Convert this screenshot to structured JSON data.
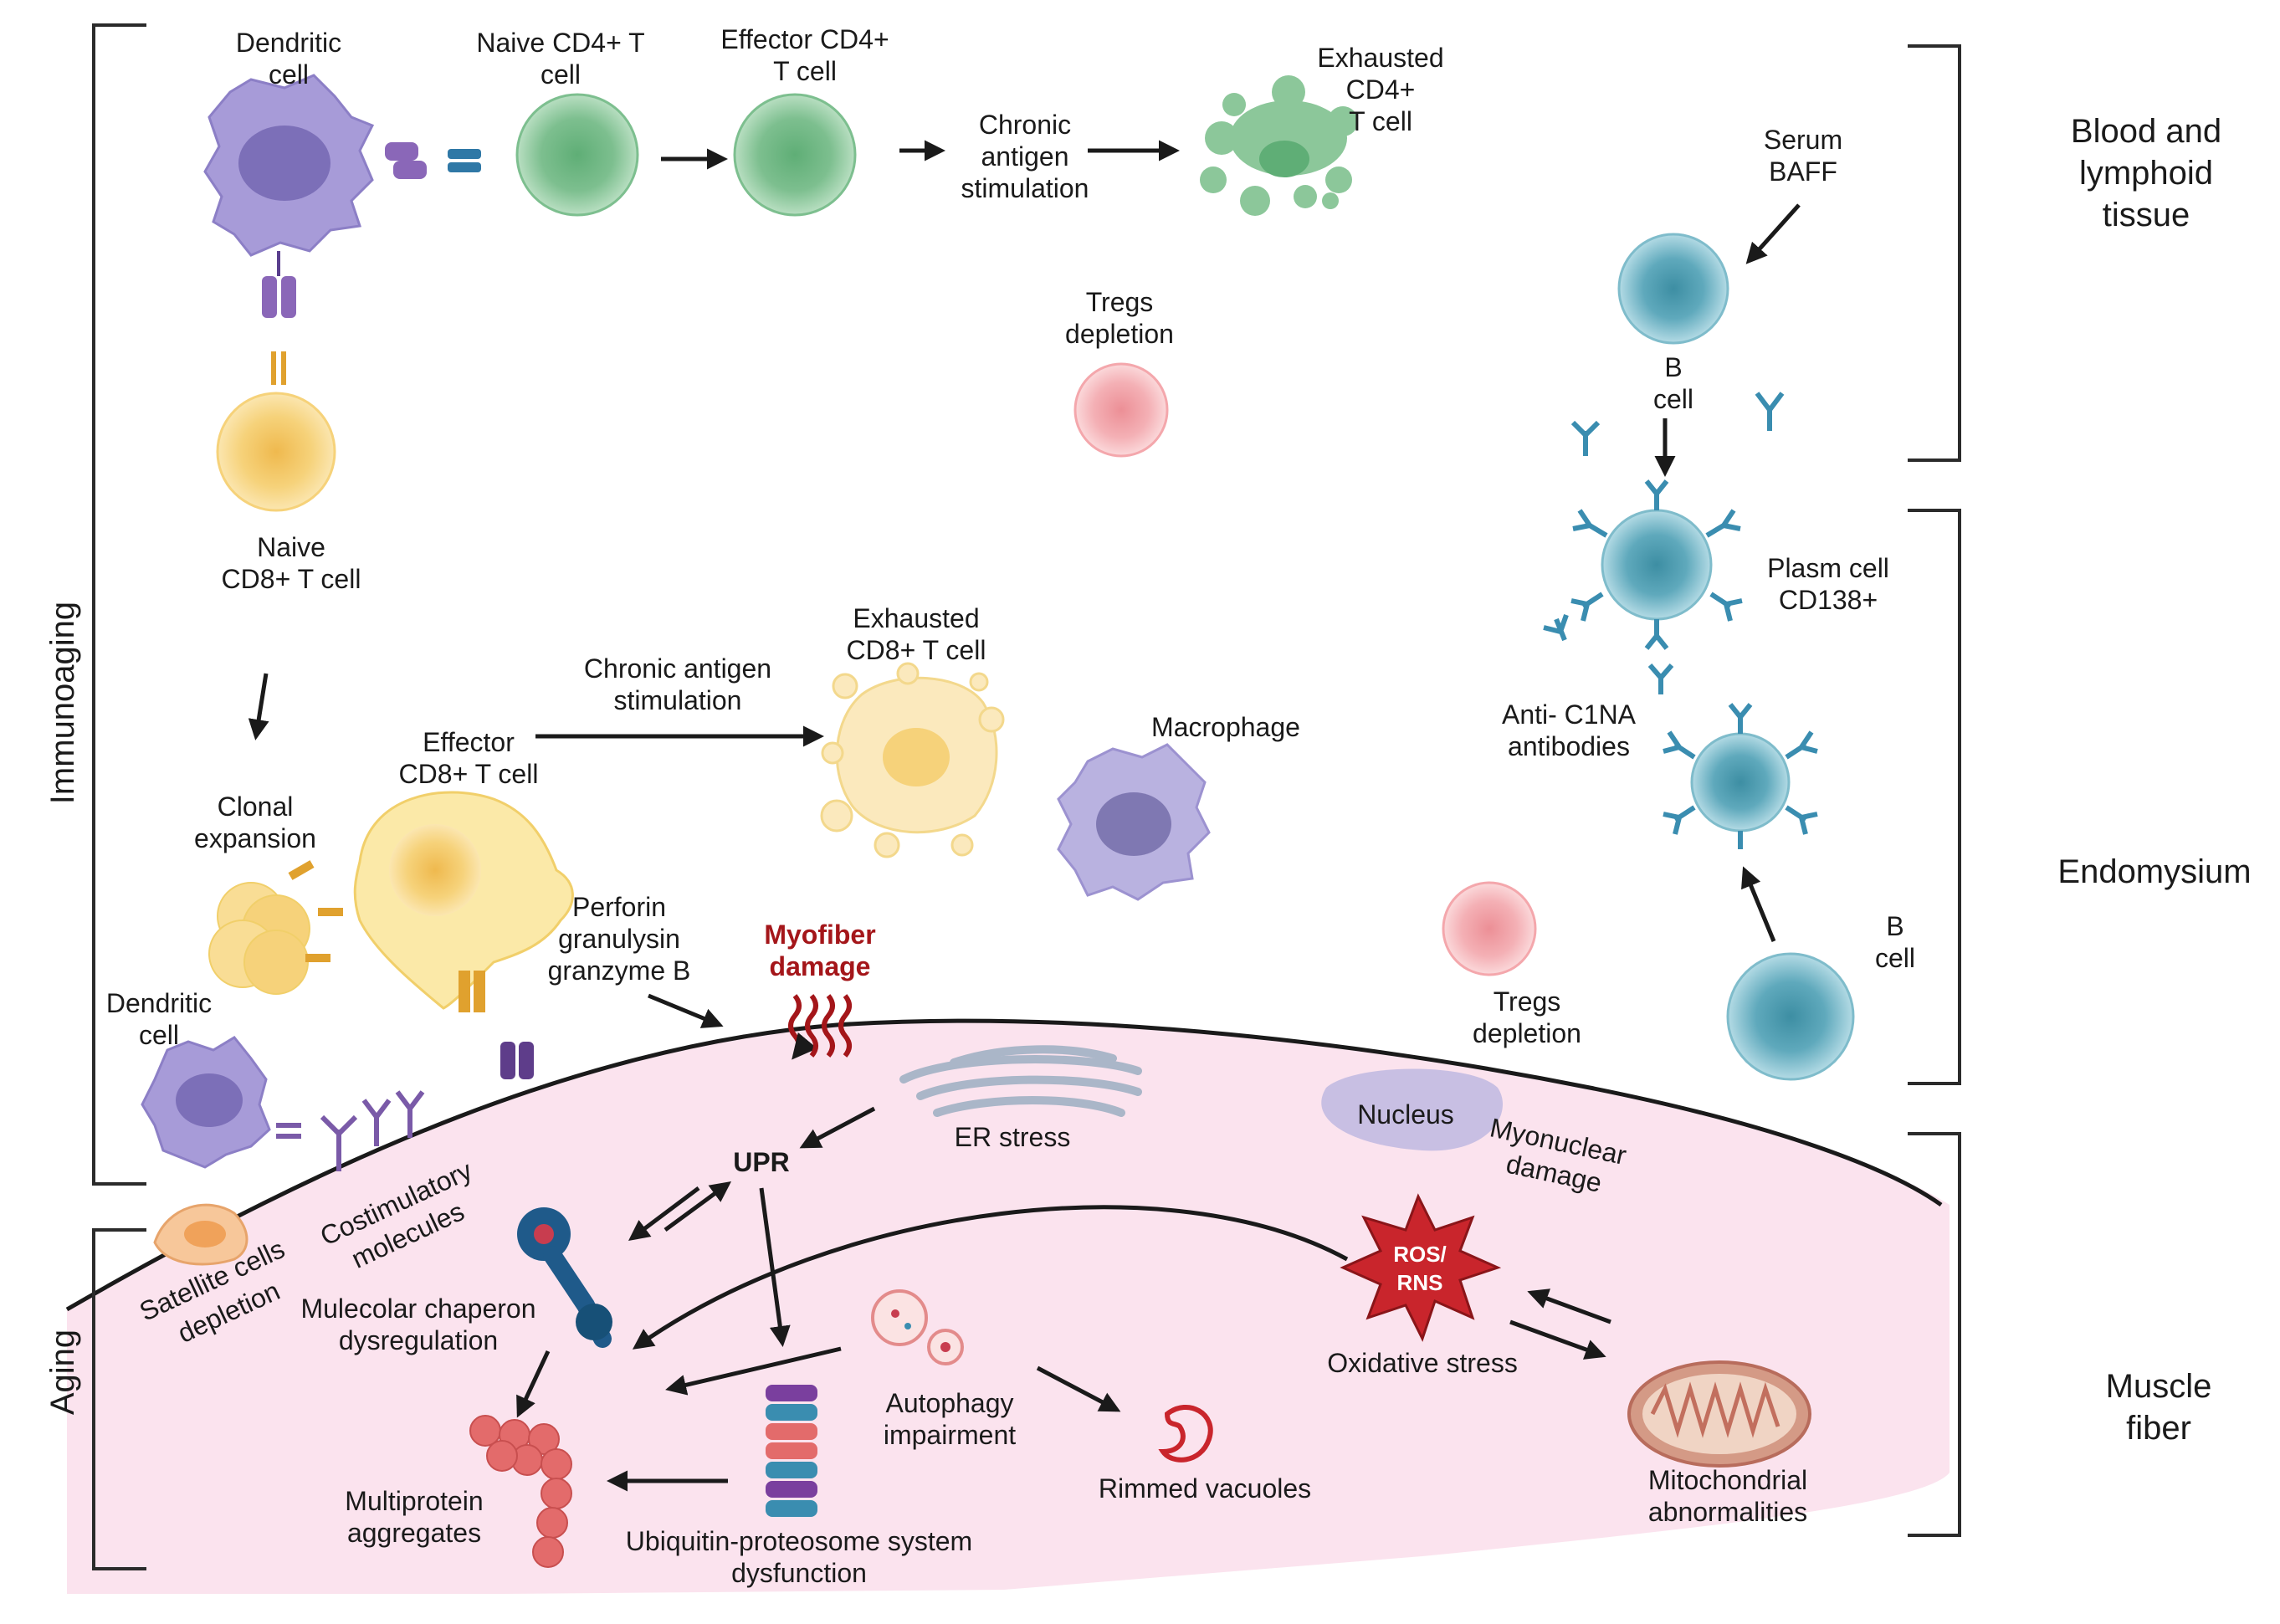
{
  "regions": {
    "immunoaging": "Immunoaging",
    "aging": "Aging",
    "blood": [
      "Blood and",
      "lymphoid",
      "tissue"
    ],
    "endomysium": "Endomysium",
    "muscle": [
      "Muscle",
      "fiber"
    ]
  },
  "labels": {
    "dendritic_top": [
      "Dendritic",
      "cell"
    ],
    "naive_cd4": [
      "Naive CD4+ T",
      "cell"
    ],
    "effector_cd4": [
      "Effector CD4+",
      "T cell"
    ],
    "chronic_top": [
      "Chronic",
      "antigen",
      "stimulation"
    ],
    "exhausted_cd4": [
      "Exhausted",
      "CD4+",
      "T cell"
    ],
    "serum_baff": [
      "Serum",
      "BAFF"
    ],
    "b_cell_top": [
      "B",
      "cell"
    ],
    "tregs_top": [
      "Tregs",
      "depletion"
    ],
    "naive_cd8": [
      "Naive",
      "CD8+ T cell"
    ],
    "plasm_cell": [
      "Plasm cell",
      "CD138+"
    ],
    "anti_c1na": [
      "Anti- C1NA",
      "antibodies"
    ],
    "chronic_mid": [
      "Chronic antigen",
      "stimulation"
    ],
    "exhausted_cd8": [
      "Exhausted",
      "CD8+ T cell"
    ],
    "effector_cd8": [
      "Effector",
      "CD8+ T cell"
    ],
    "macrophage": "Macrophage",
    "clonal": [
      "Clonal",
      "expansion"
    ],
    "perforin": [
      "Perforin",
      "granulysin",
      "granzyme B"
    ],
    "myofiber": [
      "Myofiber",
      "damage"
    ],
    "dendritic_bottom": [
      "Dendritic",
      "cell"
    ],
    "tregs_bottom": [
      "Tregs",
      "depletion"
    ],
    "b_cell_bottom": [
      "B",
      "cell"
    ],
    "er_stress": "ER stress",
    "upr": "UPR",
    "nucleus": "Nucleus",
    "myonuclear": [
      "Myonuclear",
      "damage"
    ],
    "costim": [
      "Costimulatory",
      "molecules"
    ],
    "satellite": [
      "Satellite cells",
      "depletion"
    ],
    "chaperon": [
      "Mulecolar chaperon",
      "dysregulation"
    ],
    "ros": [
      "ROS/",
      "RNS"
    ],
    "oxidative": "Oxidative stress",
    "autophagy": [
      "Autophagy",
      "impairment"
    ],
    "rimmed": "Rimmed vacuoles",
    "mito": [
      "Mitochondrial",
      "abnormalities"
    ],
    "multiprotein": [
      "Multiprotein",
      "aggregates"
    ],
    "ups": [
      "Ubiquitin-proteosome system",
      "dysfunction"
    ]
  },
  "colors": {
    "muscle_fill": "#fbe3ee",
    "green_cell": "#8cc79a",
    "purple_cell": "#a79bd8",
    "yellow_cell": "#f6d27a",
    "blue_cell": "#7fbccb",
    "pink_cell": "#f4a7ac",
    "antibody": "#3a8db0",
    "damage_red": "#a4161a"
  }
}
